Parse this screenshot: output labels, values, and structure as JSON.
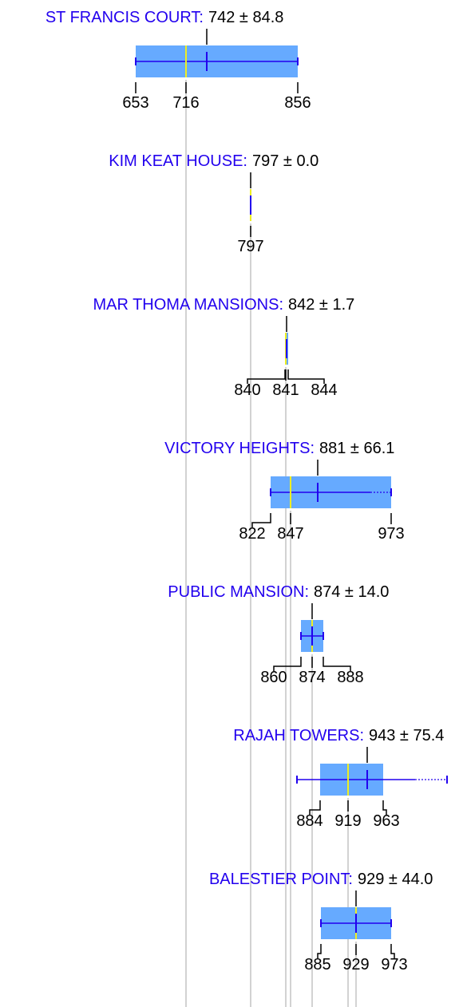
{
  "chart_data": {
    "type": "boxplot",
    "colors": {
      "box": "#66aaff",
      "whisker": "#2200ee",
      "median": "#eeee22",
      "guide": "#c4c4c4",
      "label": "#2200ee",
      "text": "#000000"
    },
    "groups": [
      {
        "name": "ST FRANCIS COURT",
        "mean": 742,
        "sd": 84.8,
        "stat_label": "742 ± 84.8",
        "q1": 653,
        "median": 716,
        "q3": 856,
        "min": 653,
        "max": 856,
        "ext_max": 856,
        "ticks": [
          "653",
          "716",
          "856"
        ]
      },
      {
        "name": "KIM KEAT HOUSE",
        "mean": 797,
        "sd": 0.0,
        "stat_label": "797 ± 0.0",
        "q1": 797,
        "median": 797,
        "q3": 797,
        "min": 797,
        "max": 797,
        "ext_max": 797,
        "ticks": [
          "797"
        ]
      },
      {
        "name": "MAR THOMA MANSIONS",
        "mean": 842,
        "sd": 1.7,
        "stat_label": "842 ± 1.7",
        "q1": 840,
        "median": 841,
        "q3": 844,
        "min": 841,
        "max": 842,
        "ext_max": 842,
        "ticks": [
          "840",
          "841",
          "844"
        ]
      },
      {
        "name": "VICTORY HEIGHTS",
        "mean": 881,
        "sd": 66.1,
        "stat_label": "881 ± 66.1",
        "q1": 822,
        "median": 847,
        "q3": 973,
        "min": 822,
        "max": 947,
        "ext_max": 973,
        "ticks": [
          "822",
          "847",
          "973"
        ]
      },
      {
        "name": "PUBLIC MANSION",
        "mean": 874,
        "sd": 14.0,
        "stat_label": "874 ± 14.0",
        "q1": 860,
        "median": 874,
        "q3": 888,
        "min": 860,
        "max": 888,
        "ext_max": 888,
        "ticks": [
          "860",
          "874",
          "888"
        ]
      },
      {
        "name": "RAJAH TOWERS",
        "mean": 943,
        "sd": 75.4,
        "stat_label": "943 ± 75.4",
        "q1": 884,
        "median": 919,
        "q3": 963,
        "min": 855,
        "max": 1003,
        "ext_max": 1043,
        "ticks": [
          "884",
          "919",
          "963"
        ]
      },
      {
        "name": "BALESTIER POINT",
        "mean": 929,
        "sd": 44.0,
        "stat_label": "929 ± 44.0",
        "q1": 885,
        "median": 929,
        "q3": 973,
        "min": 885,
        "max": 973,
        "ext_max": 973,
        "ticks": [
          "885",
          "929",
          "973"
        ]
      }
    ]
  }
}
